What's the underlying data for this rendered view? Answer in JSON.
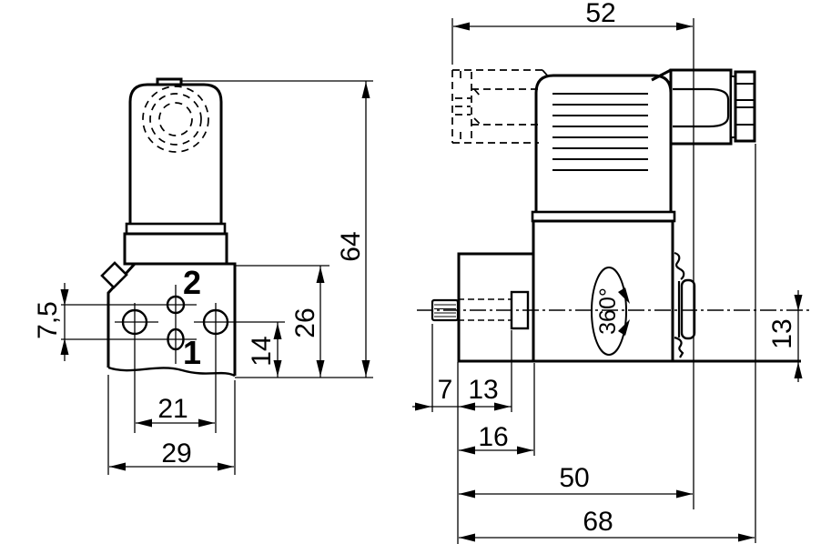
{
  "drawing_title": "solenoid valve dimensional drawing",
  "colors": {
    "background": "#ffffff",
    "line": "#000000"
  },
  "front_view": {
    "ports": {
      "port_top": "2",
      "port_bottom": "1"
    },
    "dims": {
      "port_pitch_vertical": "7,5",
      "overall_height": "64",
      "body_height": "26",
      "hole_center_height": "14",
      "hole_pitch": "21",
      "body_width": "29"
    }
  },
  "side_view": {
    "rotation_note": "360°",
    "dims": {
      "connector_length": "52",
      "stem_length": "7",
      "stem_to_nut": "13",
      "front_block_depth": "16",
      "body_depth": "50",
      "overall_depth": "68",
      "axis_to_base": "13"
    }
  }
}
